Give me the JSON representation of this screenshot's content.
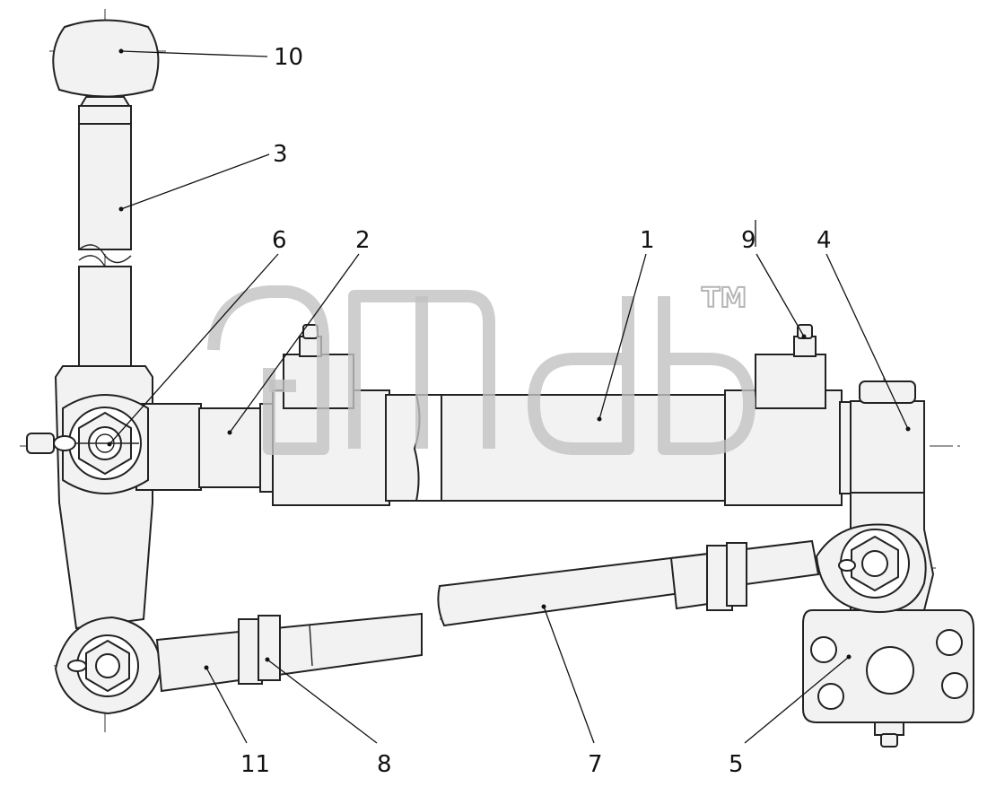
{
  "diagram": {
    "callouts": [
      {
        "id": "c10",
        "text": "10"
      },
      {
        "id": "c3",
        "text": "3"
      },
      {
        "id": "c6",
        "text": "6"
      },
      {
        "id": "c2",
        "text": "2"
      },
      {
        "id": "c1",
        "text": "1"
      },
      {
        "id": "c9",
        "text": "9"
      },
      {
        "id": "c4",
        "text": "4"
      },
      {
        "id": "c11",
        "text": "11"
      },
      {
        "id": "c8",
        "text": "8"
      },
      {
        "id": "c7",
        "text": "7"
      },
      {
        "id": "c5",
        "text": "5"
      }
    ],
    "watermark": {
      "trademark": "TM"
    }
  }
}
